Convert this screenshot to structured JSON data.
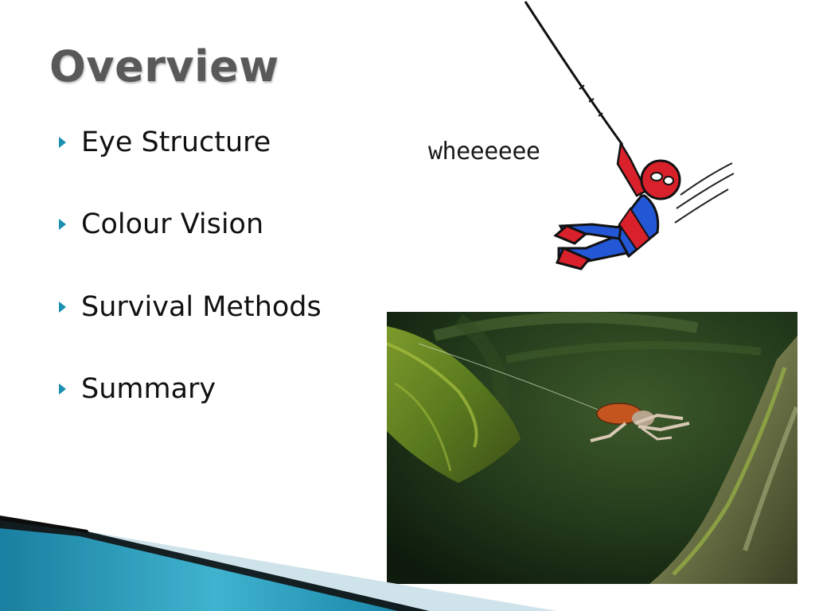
{
  "slide": {
    "title": "Overview",
    "bullets": [
      "Eye Structure",
      "Colour Vision",
      "Survival Methods",
      "Summary"
    ]
  },
  "cartoon": {
    "caption": "wheeeeee"
  },
  "icons": {
    "bullet": "triangle-right-icon"
  },
  "colors": {
    "accent": "#1b8fb0",
    "title": "#595959",
    "text": "#111111"
  }
}
